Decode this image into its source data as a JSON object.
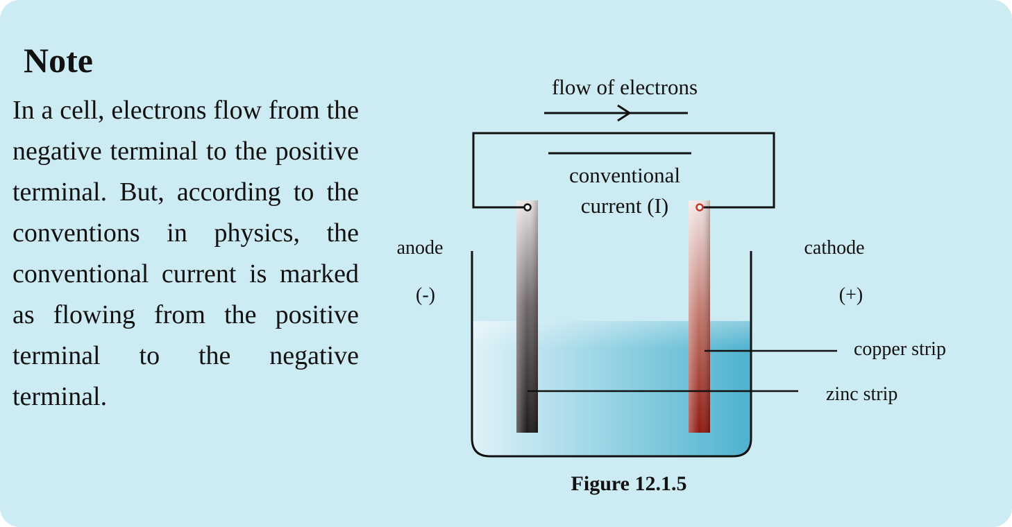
{
  "note": {
    "title": "Note",
    "text": "In a cell, electrons flow from the negative terminal to the positive terminal. But, according to the conventions in physics, the conventional current is marked as flowing from the positive terminal to the negative terminal."
  },
  "diagram": {
    "flow_label": "flow of electrons",
    "current_label_line1": "conventional",
    "current_label_line2": "current (I)",
    "anode_label": "anode",
    "anode_sign": "(-)",
    "cathode_label": "cathode",
    "cathode_sign": "(+)",
    "copper_label": "copper strip",
    "zinc_label": "zinc strip",
    "caption": "Figure 12.1.5"
  },
  "colors": {
    "card_background": "#cdebf2",
    "cathode_terminal": "#c0392b",
    "electrolyte": "#6cc0d8"
  }
}
